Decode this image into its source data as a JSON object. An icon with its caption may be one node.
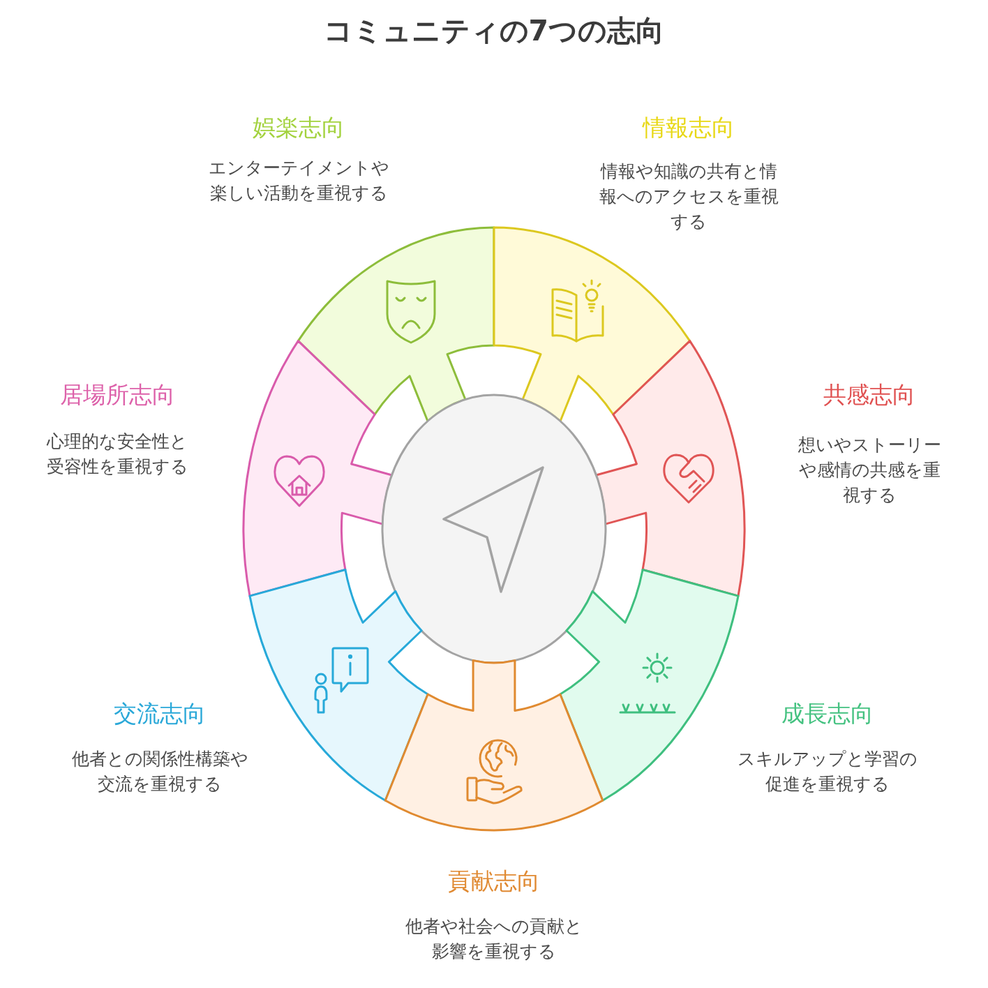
{
  "diagram": {
    "title": "コミュニティの7つの志向",
    "nodes": [
      {
        "text": [
          "娯楽志向",
          "エンターテイメントや楽しい活動を重視する"
        ]
      },
      {
        "text": [
          "情報志向",
          "情報や知識の共有と情報へのアクセスを重視する"
        ]
      },
      {
        "text": [
          "居場所志向",
          "心理的な安全性と受容性を重視する"
        ]
      },
      {
        "text": [
          "共感志向",
          "想いやストーリーや感情の共感を重視する"
        ]
      },
      {
        "text": [],
        "shape": "circle"
      },
      {
        "text": [
          "交流志向",
          "他者との関係性構築や交流を重視する"
        ]
      },
      {
        "text": [
          "成長志向",
          "スキルアップと学習の促進を重視する"
        ]
      },
      {
        "text": [
          "貢献志向",
          "他者や社会への貢献と影響を重視する"
        ]
      }
    ]
  }
}
